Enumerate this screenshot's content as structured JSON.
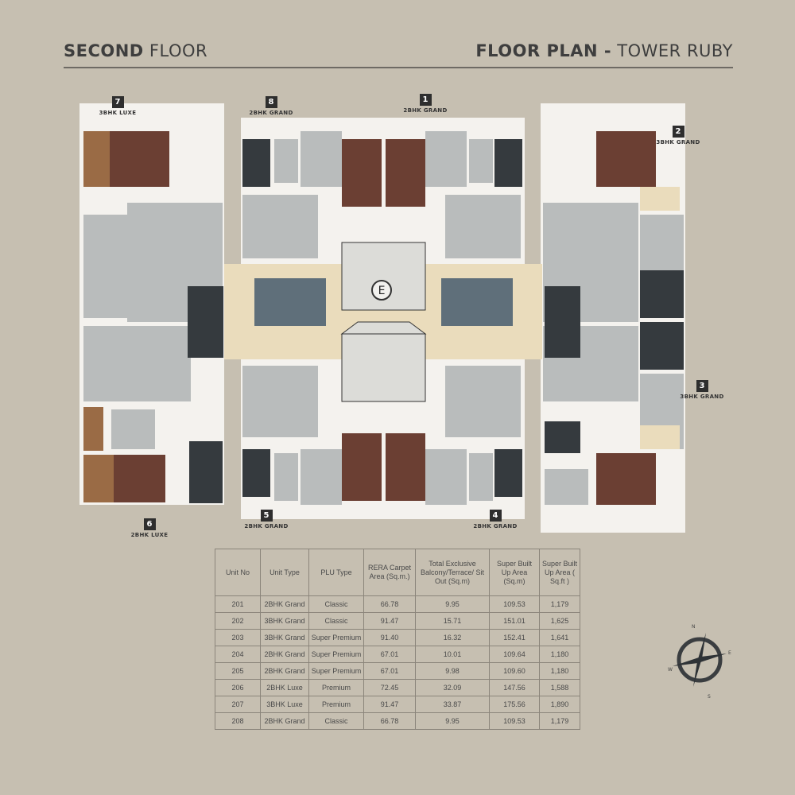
{
  "header": {
    "left_bold": "SECOND",
    "left_rest": " FLOOR",
    "right_bold": "FLOOR PLAN -",
    "right_rest": " TOWER RUBY"
  },
  "units": [
    {
      "num": "1",
      "type": "2BHK GRAND"
    },
    {
      "num": "2",
      "type": "3BHK GRAND"
    },
    {
      "num": "3",
      "type": "3BHK GRAND"
    },
    {
      "num": "4",
      "type": "2BHK GRAND"
    },
    {
      "num": "5",
      "type": "2BHK GRAND"
    },
    {
      "num": "6",
      "type": "2BHK LUXE"
    },
    {
      "num": "7",
      "type": "3BHK LUXE"
    },
    {
      "num": "8",
      "type": "2BHK GRAND"
    }
  ],
  "plan": {
    "lift_mark": "E",
    "colors": {
      "wall": "#f4f2ee",
      "room": "#b9bcbc",
      "bedroom": "#6b3f33",
      "balcony": "#9a6b45",
      "corridor": "#eadcbc",
      "stair": "#5f6f7a",
      "tile": "#dcdcd8",
      "dark": "#353a3e"
    }
  },
  "table": {
    "headers": [
      "Unit No",
      "Unit Type",
      "PLU Type",
      "RERA Carpet Area (Sq.m.)",
      "Total Exclusive Balcony/Terrace/ Sit Out (Sq.m)",
      "Super Built Up Area (Sq.m)",
      "Super Built Up Area ( Sq.ft )"
    ],
    "rows": [
      [
        "201",
        "2BHK Grand",
        "Classic",
        "66.78",
        "9.95",
        "109.53",
        "1,179"
      ],
      [
        "202",
        "3BHK Grand",
        "Classic",
        "91.47",
        "15.71",
        "151.01",
        "1,625"
      ],
      [
        "203",
        "3BHK Grand",
        "Super Premium",
        "91.40",
        "16.32",
        "152.41",
        "1,641"
      ],
      [
        "204",
        "2BHK Grand",
        "Super Premium",
        "67.01",
        "10.01",
        "109.64",
        "1,180"
      ],
      [
        "205",
        "2BHK Grand",
        "Super Premium",
        "67.01",
        "9.98",
        "109.60",
        "1,180"
      ],
      [
        "206",
        "2BHK Luxe",
        "Premium",
        "72.45",
        "32.09",
        "147.56",
        "1,588"
      ],
      [
        "207",
        "3BHK Luxe",
        "Premium",
        "91.47",
        "33.87",
        "175.56",
        "1,890"
      ],
      [
        "208",
        "2BHK Grand",
        "Classic",
        "66.78",
        "9.95",
        "109.53",
        "1,179"
      ]
    ]
  },
  "compass": {
    "n": "N",
    "e": "E",
    "s": "S",
    "w": "W"
  }
}
